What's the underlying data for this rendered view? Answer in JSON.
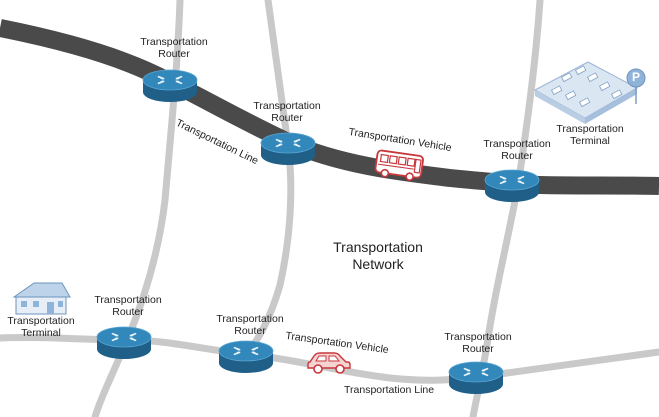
{
  "center_title": {
    "line1": "Transportation",
    "line2": "Network"
  },
  "router_label": {
    "line1": "Transportation",
    "line2": "Router"
  },
  "terminal_label": {
    "line1": "Transportation",
    "line2": "Terminal"
  },
  "line_label": "Transportation Line",
  "vehicle_label": "Transportation Vehicle",
  "parking_sign": "P",
  "colors": {
    "main_road": "#4a4a4a",
    "secondary_road": "#c8c8c8",
    "router_top": "#2d7fb0",
    "router_side": "#1f5f88",
    "vehicle": "#c8373b",
    "terminal": "#8fb3d9"
  },
  "icons": [
    "router-icon",
    "bus-icon",
    "car-icon",
    "house-icon",
    "parking-icon"
  ]
}
